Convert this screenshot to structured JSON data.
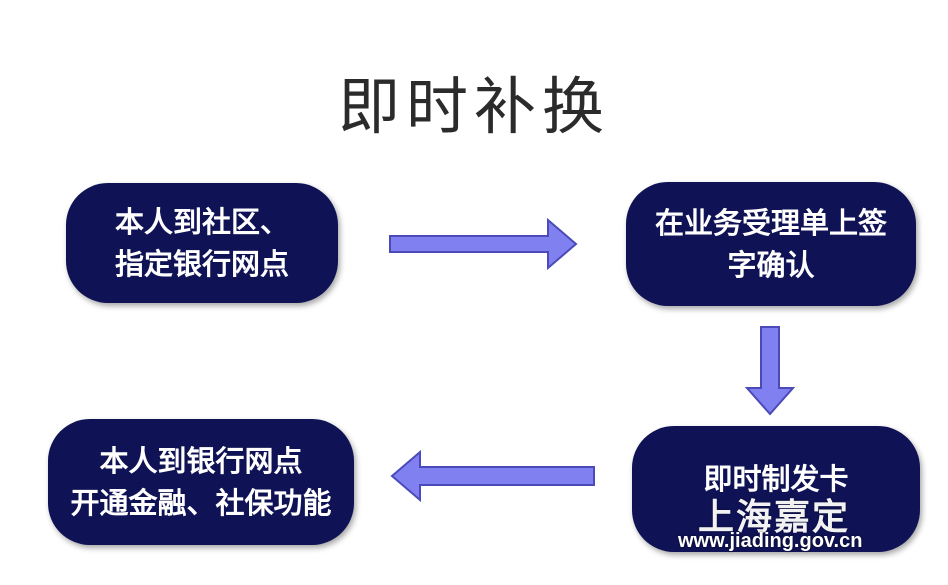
{
  "title": "即时补换",
  "nodes": [
    {
      "lines": [
        "本人到社区、",
        "指定银行网点"
      ]
    },
    {
      "lines": [
        "在业务受理单上签",
        "字确认"
      ]
    },
    {
      "lines": [
        "即时制发卡"
      ]
    },
    {
      "lines": [
        "本人到银行网点",
        "开通金融、社保功能"
      ]
    }
  ],
  "colors": {
    "node_fill": "#0f1254",
    "arrow_fill": "#8080f0",
    "arrow_stroke": "#4a4ab8"
  },
  "watermark": {
    "logo": "上海嘉定",
    "url": "www.jiading.gov.cn"
  }
}
